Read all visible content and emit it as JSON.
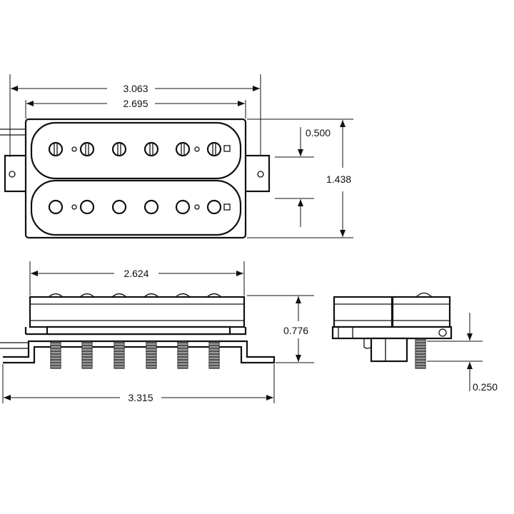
{
  "diagram": {
    "dimensions": {
      "overall_width": "3.063",
      "cover_width": "2.695",
      "pole_spacing_offset": "0.500",
      "overall_height": "1.438",
      "base_width": "2.624",
      "body_height": "0.776",
      "mount_width": "3.315",
      "screw_length": "0.250"
    }
  }
}
